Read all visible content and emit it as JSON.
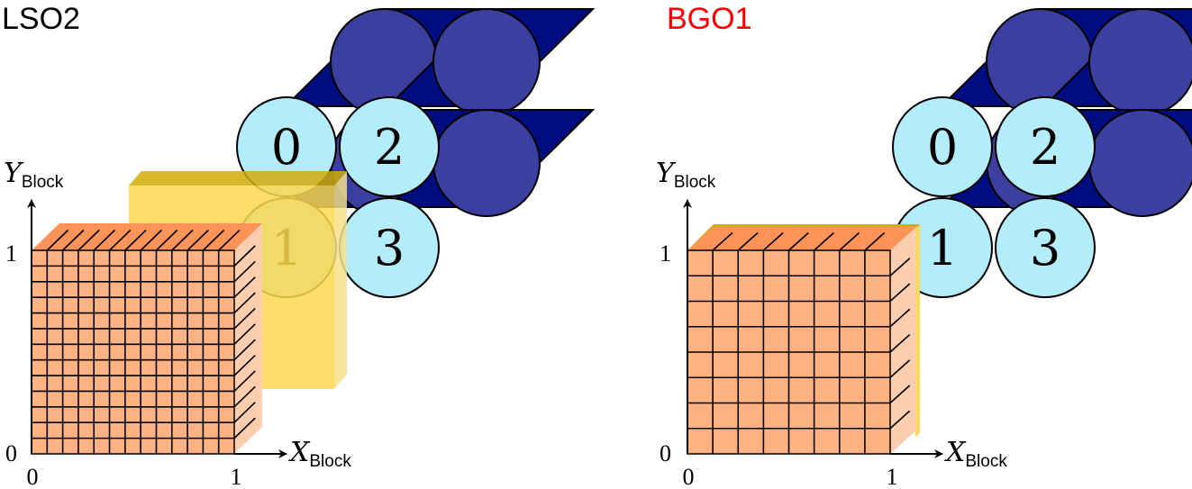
{
  "panels": [
    {
      "title": "LSO2",
      "title_color": "#000000",
      "crystal_grid": {
        "columns": 13,
        "rows": 13
      },
      "pmt_labels": [
        "0",
        "2",
        "1",
        "3"
      ],
      "axes": {
        "y_var": "Y",
        "y_sub": "Block",
        "x_var": "X",
        "x_sub": "Block",
        "y_ticks": [
          "1",
          "0"
        ],
        "x_ticks": [
          "0",
          "1"
        ]
      }
    },
    {
      "title": "BGO1",
      "title_color": "#ff0000",
      "crystal_grid": {
        "columns": 8,
        "rows": 8
      },
      "pmt_labels": [
        "0",
        "2",
        "1",
        "3"
      ],
      "axes": {
        "y_var": "Y",
        "y_sub": "Block",
        "x_var": "X",
        "x_sub": "Block",
        "y_ticks": [
          "1",
          "0"
        ],
        "x_ticks": [
          "0",
          "1"
        ]
      }
    }
  ],
  "colors": {
    "pmt_tube": "#000d80",
    "pmt_back": "#3b40a0",
    "pmt_face": "#b3ecfa",
    "light_guide_front": "#fcd94f",
    "light_guide_top": "#d4ac0a",
    "light_guide_side": "#f6e18a",
    "crystal_front": "#fdb283",
    "crystal_top": "#fc9459",
    "crystal_side": "#fdcdb0"
  }
}
